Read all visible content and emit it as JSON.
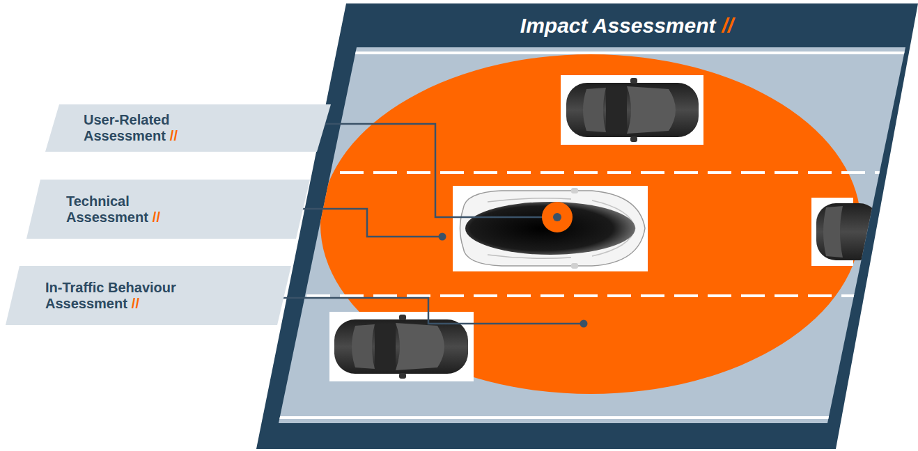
{
  "diagram": {
    "nodes": [
      {
        "text": [
          "Impact Assessment",
          "//"
        ]
      },
      {
        "text": [
          "User-Related Assessment",
          "//"
        ]
      },
      {
        "text": [
          "Technical Assessment",
          "//"
        ]
      },
      {
        "text": [
          "In-Traffic Behaviour Assessment",
          "//"
        ]
      }
    ]
  }
}
